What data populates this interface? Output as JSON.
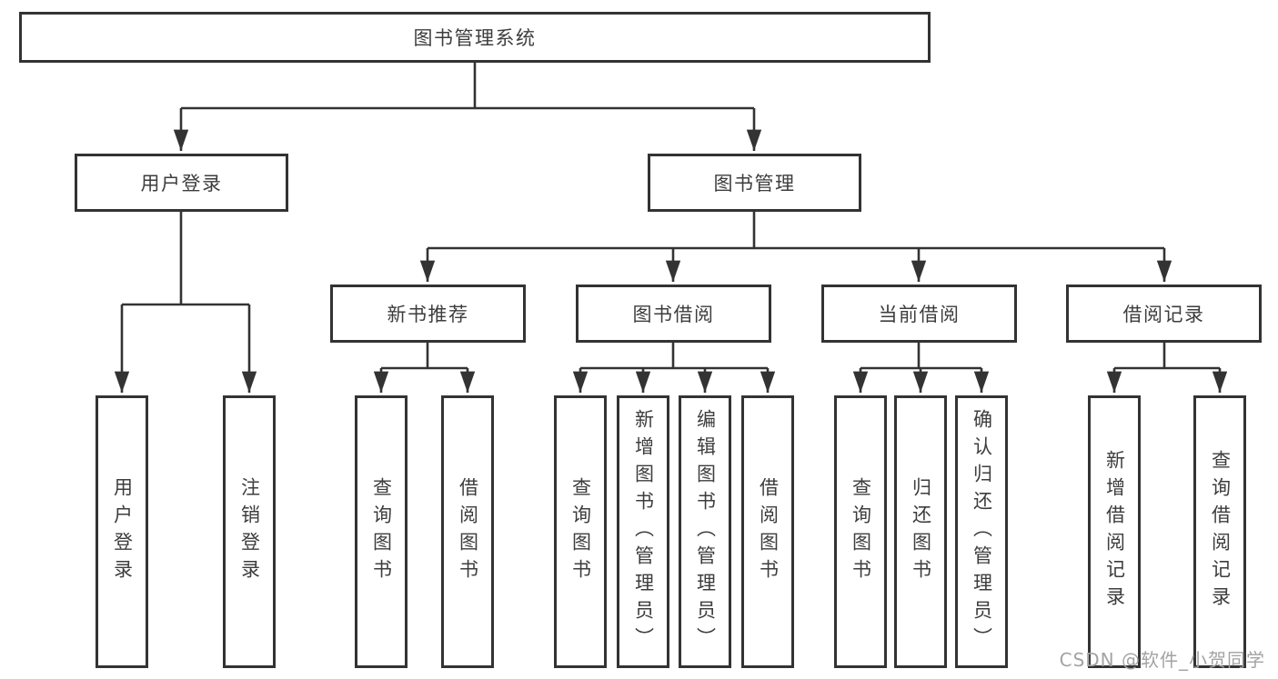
{
  "diagram": {
    "root": {
      "label": "图书管理系统"
    },
    "branches": [
      {
        "label": "用户登录",
        "children": [
          {
            "label": "用户登录"
          },
          {
            "label": "注销登录"
          }
        ]
      },
      {
        "label": "图书管理",
        "children": [
          {
            "label": "新书推荐",
            "children": [
              {
                "label": "查询图书"
              },
              {
                "label": "借阅图书"
              }
            ]
          },
          {
            "label": "图书借阅",
            "children": [
              {
                "label": "查询图书"
              },
              {
                "label": "新增图书（管理员）"
              },
              {
                "label": "编辑图书（管理员）"
              },
              {
                "label": "借阅图书"
              }
            ]
          },
          {
            "label": "当前借阅",
            "children": [
              {
                "label": "查询图书"
              },
              {
                "label": "归还图书"
              },
              {
                "label": "确认归还（管理员）"
              }
            ]
          },
          {
            "label": "借阅记录",
            "children": [
              {
                "label": "新增借阅记录"
              },
              {
                "label": "查询借阅记录"
              }
            ]
          }
        ]
      }
    ]
  },
  "watermark": {
    "text": "CSDN @软件_小贺同学"
  },
  "colors": {
    "line": "#333333",
    "text": "#3d3d3d",
    "watermark": "#a3a3a3",
    "background": "#ffffff"
  }
}
